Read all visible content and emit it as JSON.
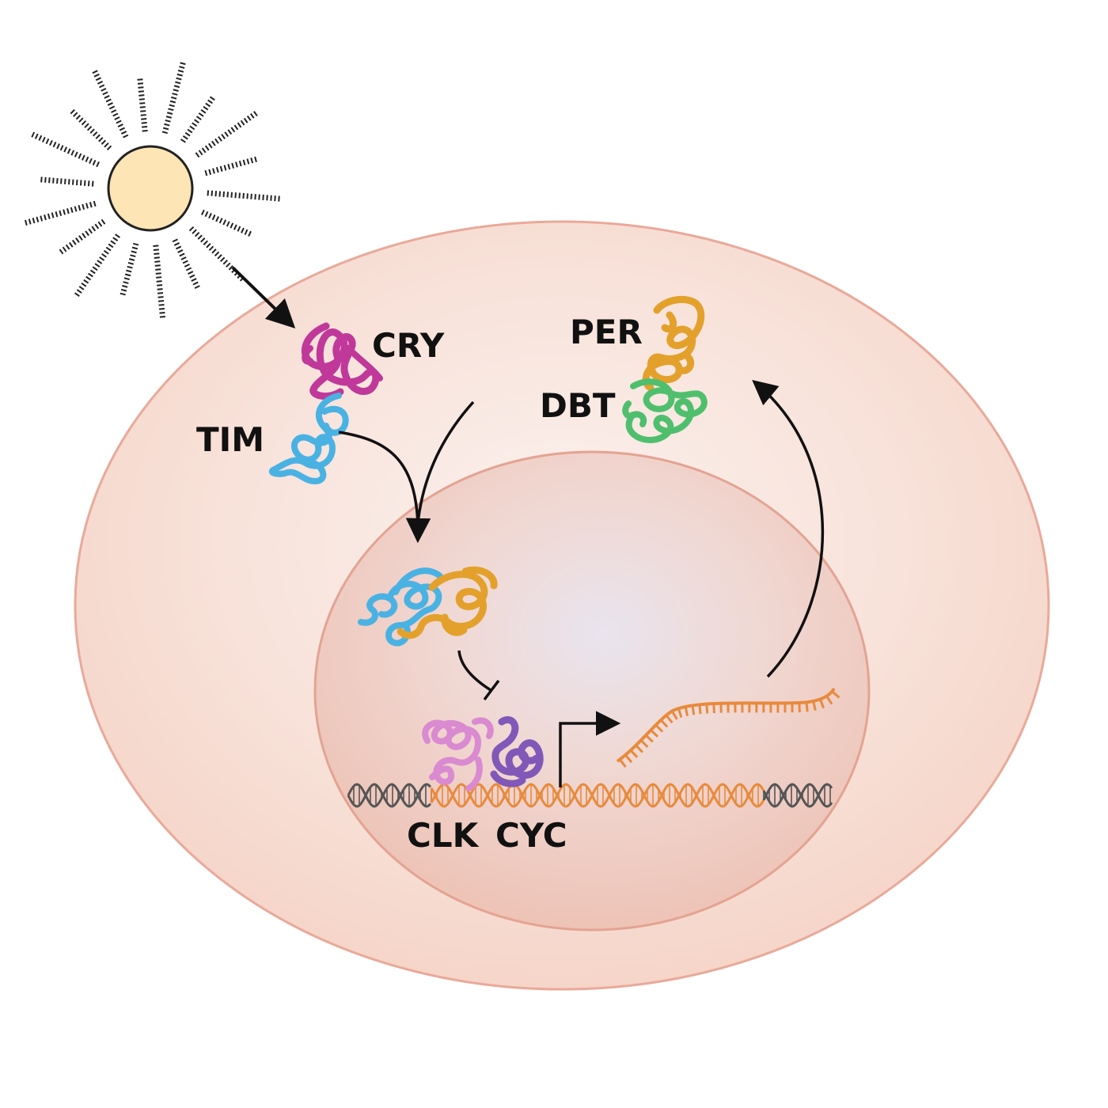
{
  "labels": {
    "cry": "CRY",
    "tim": "TIM",
    "per": "PER",
    "dbt": "DBT",
    "clk": "CLK",
    "cyc": "CYC"
  },
  "colors": {
    "background": "#ffffff",
    "cell_fill": "#f7dfd6",
    "cell_stroke": "#e9a99a",
    "nucleus_fill": "#efc8bd",
    "nucleus_stroke": "#e4a392",
    "sun_fill": "#fde5b5",
    "cry": "#c0389a",
    "tim": "#4ab2e3",
    "per": "#e3a12c",
    "dbt": "#4fbf6e",
    "clk": "#d98ad0",
    "cyc": "#8158b8",
    "dna_gene": "#e88a3c",
    "dna_flank": "#555555",
    "mrna": "#e88a3c",
    "arrow": "#111111",
    "text": "#111111"
  }
}
